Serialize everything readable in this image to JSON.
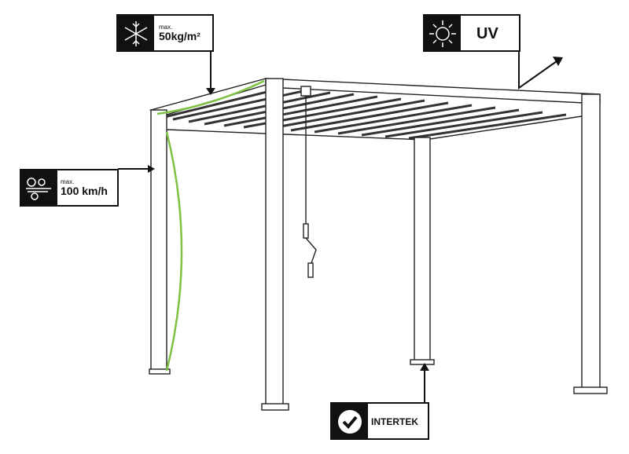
{
  "labels": {
    "snow": {
      "prefix": "max.",
      "value": "50kg/m²",
      "icon": "snowflake-icon"
    },
    "uv": {
      "value": "UV",
      "icon": "sun-icon"
    },
    "wind": {
      "prefix": "max.",
      "value": "100 km/h",
      "icon": "wind-icon"
    },
    "certification": {
      "value": "INTERTEK",
      "icon": "checkmark-icon"
    }
  },
  "colors": {
    "accent": "#7dc242",
    "ink": "#111111"
  }
}
